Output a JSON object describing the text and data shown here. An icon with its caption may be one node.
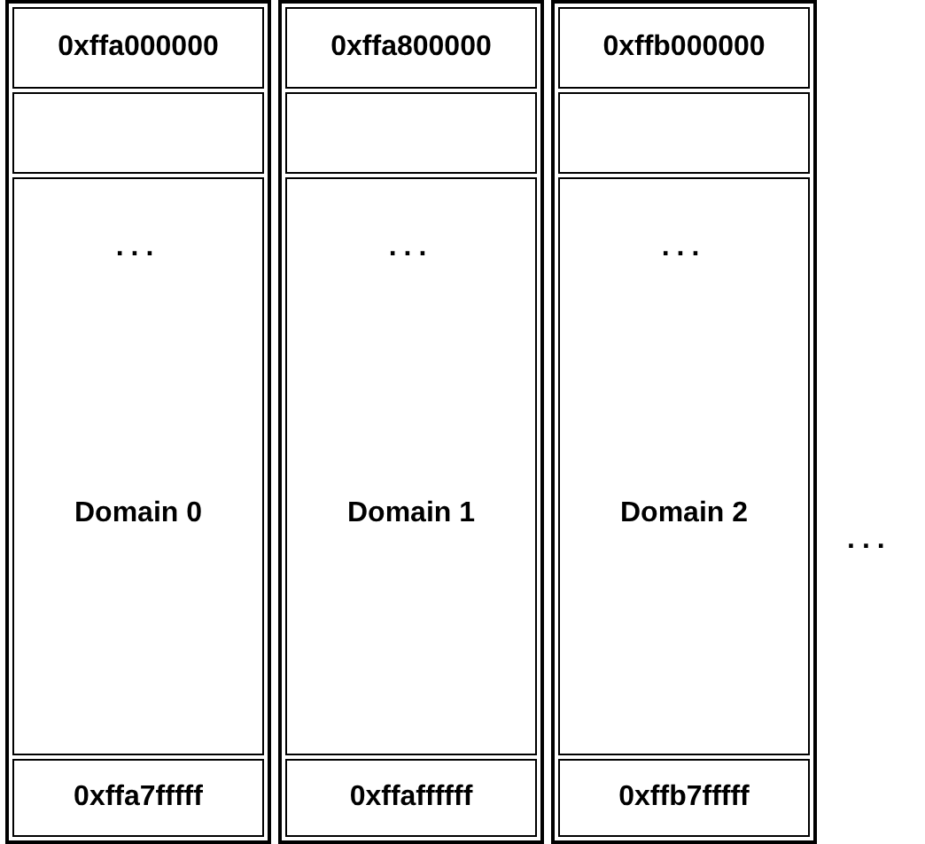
{
  "diagram": {
    "nodes": [
      {
        "text": [],
        "shape": "box"
      },
      {
        "text": [
          "0xffa000000"
        ],
        "in": 0
      },
      {
        "text": [],
        "shape": "box",
        "in": 0
      },
      {
        "text": [
          "...",
          "Domain 0"
        ],
        "in": 0
      },
      {
        "text": [
          "0xffa7fffff"
        ],
        "in": 0
      },
      {
        "text": [],
        "shape": "box"
      },
      {
        "text": [
          "0xffa800000"
        ],
        "in": 5
      },
      {
        "text": [],
        "shape": "box",
        "in": 5
      },
      {
        "text": [
          "...",
          "Domain 1"
        ],
        "in": 5
      },
      {
        "text": [
          "0xffaffffff"
        ],
        "in": 5
      },
      {
        "text": [],
        "shape": "box"
      },
      {
        "text": [
          "0xffb000000"
        ],
        "in": 10
      },
      {
        "text": [],
        "shape": "box",
        "in": 10
      },
      {
        "text": [
          "...",
          "Domain 2"
        ],
        "in": 10
      },
      {
        "text": [
          "0xffb7fffff"
        ],
        "in": 10
      }
    ],
    "edges": [],
    "labels": [
      "..."
    ]
  }
}
